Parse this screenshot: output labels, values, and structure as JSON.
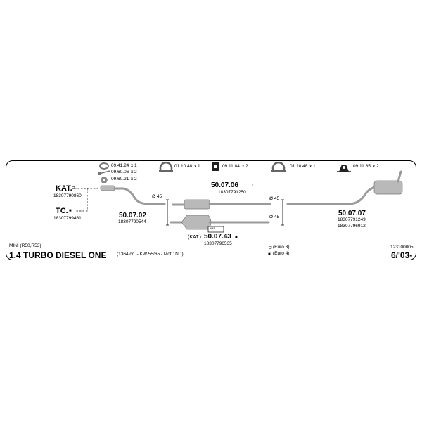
{
  "header": {
    "kat_label": "KAT.",
    "kat_number": "18307790860",
    "tc_label": "TC.",
    "tc_number": "18307799461"
  },
  "accessories": [
    {
      "code": "09.41.24",
      "qty": "x 1",
      "icon": "clamp-ring-icon"
    },
    {
      "code": "09.60.06",
      "qty": "x 2",
      "icon": "bolt-icon"
    },
    {
      "code": "09.60.21",
      "qty": "x 2",
      "icon": "nut-icon"
    },
    {
      "code": "01.10.48",
      "qty": "x 1",
      "icon": "pipe-clamp-icon"
    },
    {
      "code": "09.11.84",
      "qty": "x 2",
      "icon": "rubber-mount-icon"
    },
    {
      "code": "01.10.48",
      "qty": "x 1",
      "icon": "pipe-clamp-icon"
    },
    {
      "code": "09.11.85",
      "qty": "x 2",
      "icon": "hanger-icon"
    }
  ],
  "parts": {
    "front": {
      "code": "50.07.02",
      "oe": "18307790544",
      "diameter": "Ø 45"
    },
    "middle": {
      "code": "50.07.06",
      "oe": "18307791250",
      "diameter": "Ø 45",
      "marker": "ㅁ"
    },
    "catalyst": {
      "prefix": "(KAT.)",
      "code": "50.07.43",
      "oe": "18307796535",
      "diameter": "Ø 45",
      "marker": "■",
      "box_text": "KAT."
    },
    "rear": {
      "code": "50.07.07",
      "oe1": "18307791249",
      "oe2": "18307796912"
    }
  },
  "footer": {
    "model": "MINI (R50,R53)",
    "engine": "1.4 TURBO DIESEL ONE",
    "spec": "(1364 cc. - KW 55/65 - Mot.1ND)",
    "euro3": "(Euro 3)",
    "euro4": "(Euro 4)",
    "euro3_marker": "ㅁ",
    "euro4_marker": "■",
    "catalogue_no": "123100005",
    "date": "6/'03-"
  },
  "colors": {
    "pipe": "#9a9a9a",
    "part": "#b9b9b9",
    "frame": "#000000"
  }
}
